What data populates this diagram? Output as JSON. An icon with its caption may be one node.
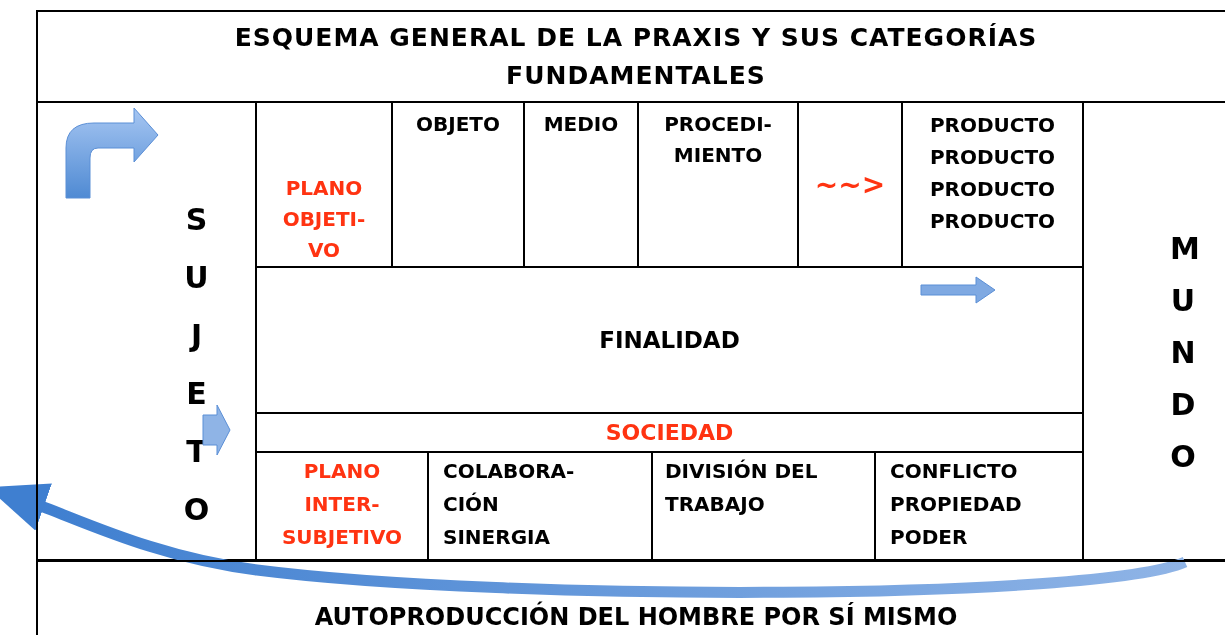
{
  "diagram": {
    "title": "ESQUEMA GENERAL DE LA PRAXIS Y SUS CATEGORÍAS FUNDAMENTALES",
    "nodes": [
      {
        "text": [
          "S U J E T O"
        ]
      },
      {
        "text": [
          "PLANO OBJETI- VO"
        ]
      },
      {
        "text": [
          "OBJETO"
        ]
      },
      {
        "text": [
          "MEDIO"
        ]
      },
      {
        "text": [
          "PROCEDI- MIENTO"
        ]
      },
      {
        "text": [
          "~~>"
        ]
      },
      {
        "text": [
          "PRODUCTO PRODUCTO PRODUCTO PRODUCTO"
        ]
      },
      {
        "text": [
          "M U N D O"
        ]
      },
      {
        "text": [
          "FINALIDAD"
        ]
      },
      {
        "text": [
          "SOCIEDAD"
        ]
      },
      {
        "text": [
          "PLANO INTER- SUBJETIVO"
        ]
      },
      {
        "text": [
          "COLABORA- CIÓN SINERGIA"
        ]
      },
      {
        "text": [
          "DIVISIÓN DEL TRABAJO"
        ]
      },
      {
        "text": [
          "CONFLICTO PROPIEDAD PODER"
        ]
      },
      {
        "text": [
          "AUTOPRODUCCIÓN DEL HOMBRE POR SÍ MISMO"
        ]
      }
    ],
    "edges": [
      {
        "from": 7,
        "to": 0,
        "arrow": "to"
      }
    ]
  }
}
